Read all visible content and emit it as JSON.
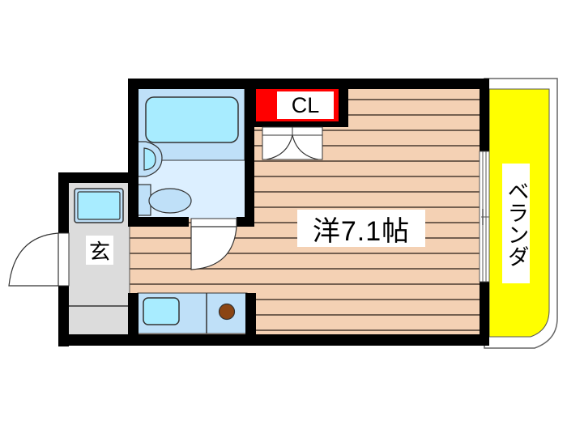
{
  "floorplan": {
    "rooms": {
      "main_room": {
        "label": "洋7.1帖",
        "type": "western-style room",
        "area_jo": 7.1,
        "floor": "wood"
      },
      "closet": {
        "label": "CL",
        "color": "#ff0000"
      },
      "entrance": {
        "label": "玄",
        "color": "#dcdcdc"
      },
      "balcony": {
        "label": "ベランダ",
        "color": "#ffff00"
      },
      "unit_bath": {
        "color": "#dcefff"
      },
      "kitchen": {
        "color": "#bfe0f8"
      }
    },
    "colors": {
      "wall": "#000000",
      "wood_floor": "#f4d1b4",
      "bath_fixture": "#a8ecff",
      "stove_burner": "#8b4513"
    }
  }
}
